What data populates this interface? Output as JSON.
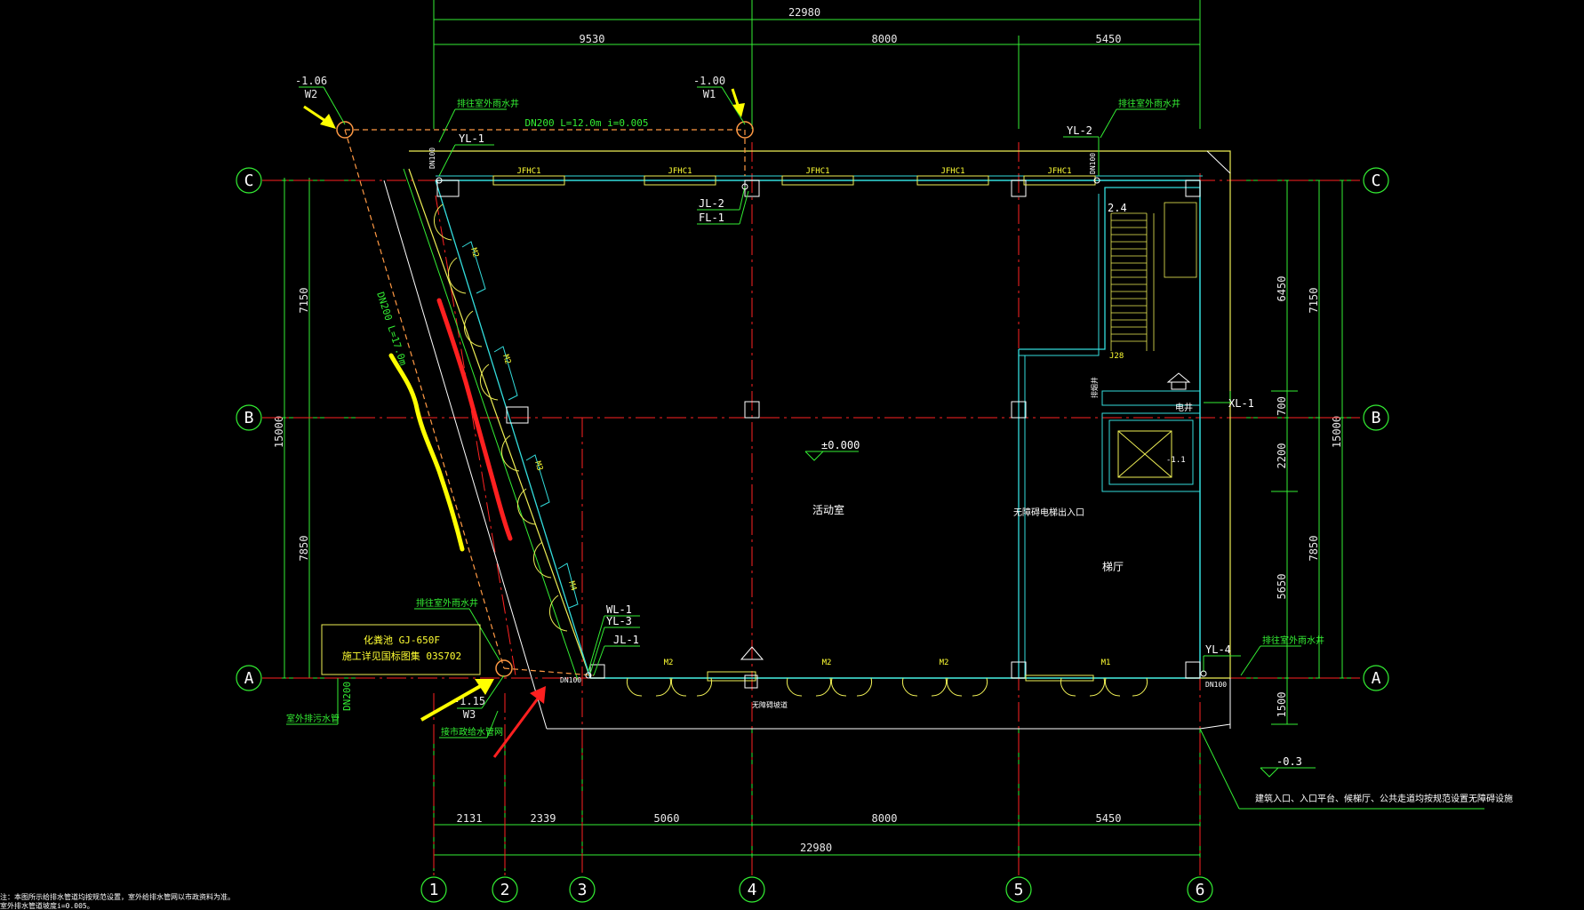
{
  "dimensions": {
    "top_total": "22980",
    "top_segments": [
      "9530",
      "8000",
      "5450"
    ],
    "bottom_segments": [
      "2131",
      "2339",
      "5060",
      "8000",
      "5450"
    ],
    "bottom_total": "22980",
    "left_total": "15000",
    "left_segments": [
      "7150",
      "7850"
    ],
    "right_outer_total": "15000",
    "right_outer_segments": [
      "7150",
      "7850"
    ],
    "right_inner_segments": [
      "6450",
      "700",
      "2200",
      "5650",
      "1500"
    ]
  },
  "grid_axes": {
    "rows": [
      "C",
      "B",
      "A"
    ],
    "columns": [
      "1",
      "2",
      "3",
      "4",
      "5",
      "6"
    ]
  },
  "wells": {
    "w2": {
      "level": "-1.06",
      "name": "W2"
    },
    "w1": {
      "level": "-1.00",
      "name": "W1"
    },
    "w3": {
      "level": "-1.15",
      "name": "W3"
    }
  },
  "pipes": {
    "top_pipe": "DN200   L=12.0m   i=0.005",
    "diagonal_pipe": "DN200   L=17.0m",
    "left_vertical_pipe": "DN200",
    "dn100_top_left": "DN100",
    "dn100_top_right": "DN100",
    "dn100_bottom_left": "DN100",
    "dn100_bottom_right": "DN100"
  },
  "riser_labels": {
    "yl1": "YL-1",
    "yl2": "YL-2",
    "yl3": "YL-3",
    "yl4": "YL-4",
    "jl1": "JL-1",
    "jl2": "JL-2",
    "fl1": "FL-1",
    "wl1": "WL-1",
    "xl1": "XL-1"
  },
  "callouts": {
    "rain_well_top_left": "排往室外雨水井",
    "rain_well_top_right": "排往室外雨水井",
    "rain_well_bottom_left": "排往室外雨水井",
    "rain_well_bottom_right": "排往室外雨水井",
    "sewage_pipe": "室外排污水管",
    "water_supply": "接市政给水管网",
    "septic_line1": "化粪池   GJ-650F",
    "septic_line2": "施工详见国标图集   03S702"
  },
  "rooms": {
    "activity_room": "活动室",
    "hall": "梯厅",
    "elevator_exit": "无障碍电梯出入口",
    "shaft": "电井",
    "room_vertical": "排烟井",
    "ramp_sign": "无障碍坡道"
  },
  "levels": {
    "main_floor": "±0.000",
    "exterior": "-0.3",
    "stair_level": "2.4",
    "stair_code": "J28"
  },
  "notes": {
    "accessibility": "建筑入口、入口平台、候梯厅、公共走道均按规范设置无障碍设施",
    "bottom_line1": "注：本图所示给排水管道均按规范设置，室外给排水管网以市政资料为准。",
    "bottom_line2": "室外排水管道坡度i=0.005。"
  },
  "openings": {
    "window_top": "JFHC1",
    "door_m1": "M1",
    "door_m2": "M2",
    "door_m3": "M3",
    "door_m4": "M4"
  },
  "colors": {
    "background": "#000000",
    "dimension_green": "#33ee33",
    "axis_red": "#ff2222",
    "wall_cyan": "#33dddd",
    "outline_yellow": "#eeee55",
    "pipe_orange": "#ff9944",
    "marker_red": "#ff2020",
    "marker_yellow": "#ffff00"
  }
}
